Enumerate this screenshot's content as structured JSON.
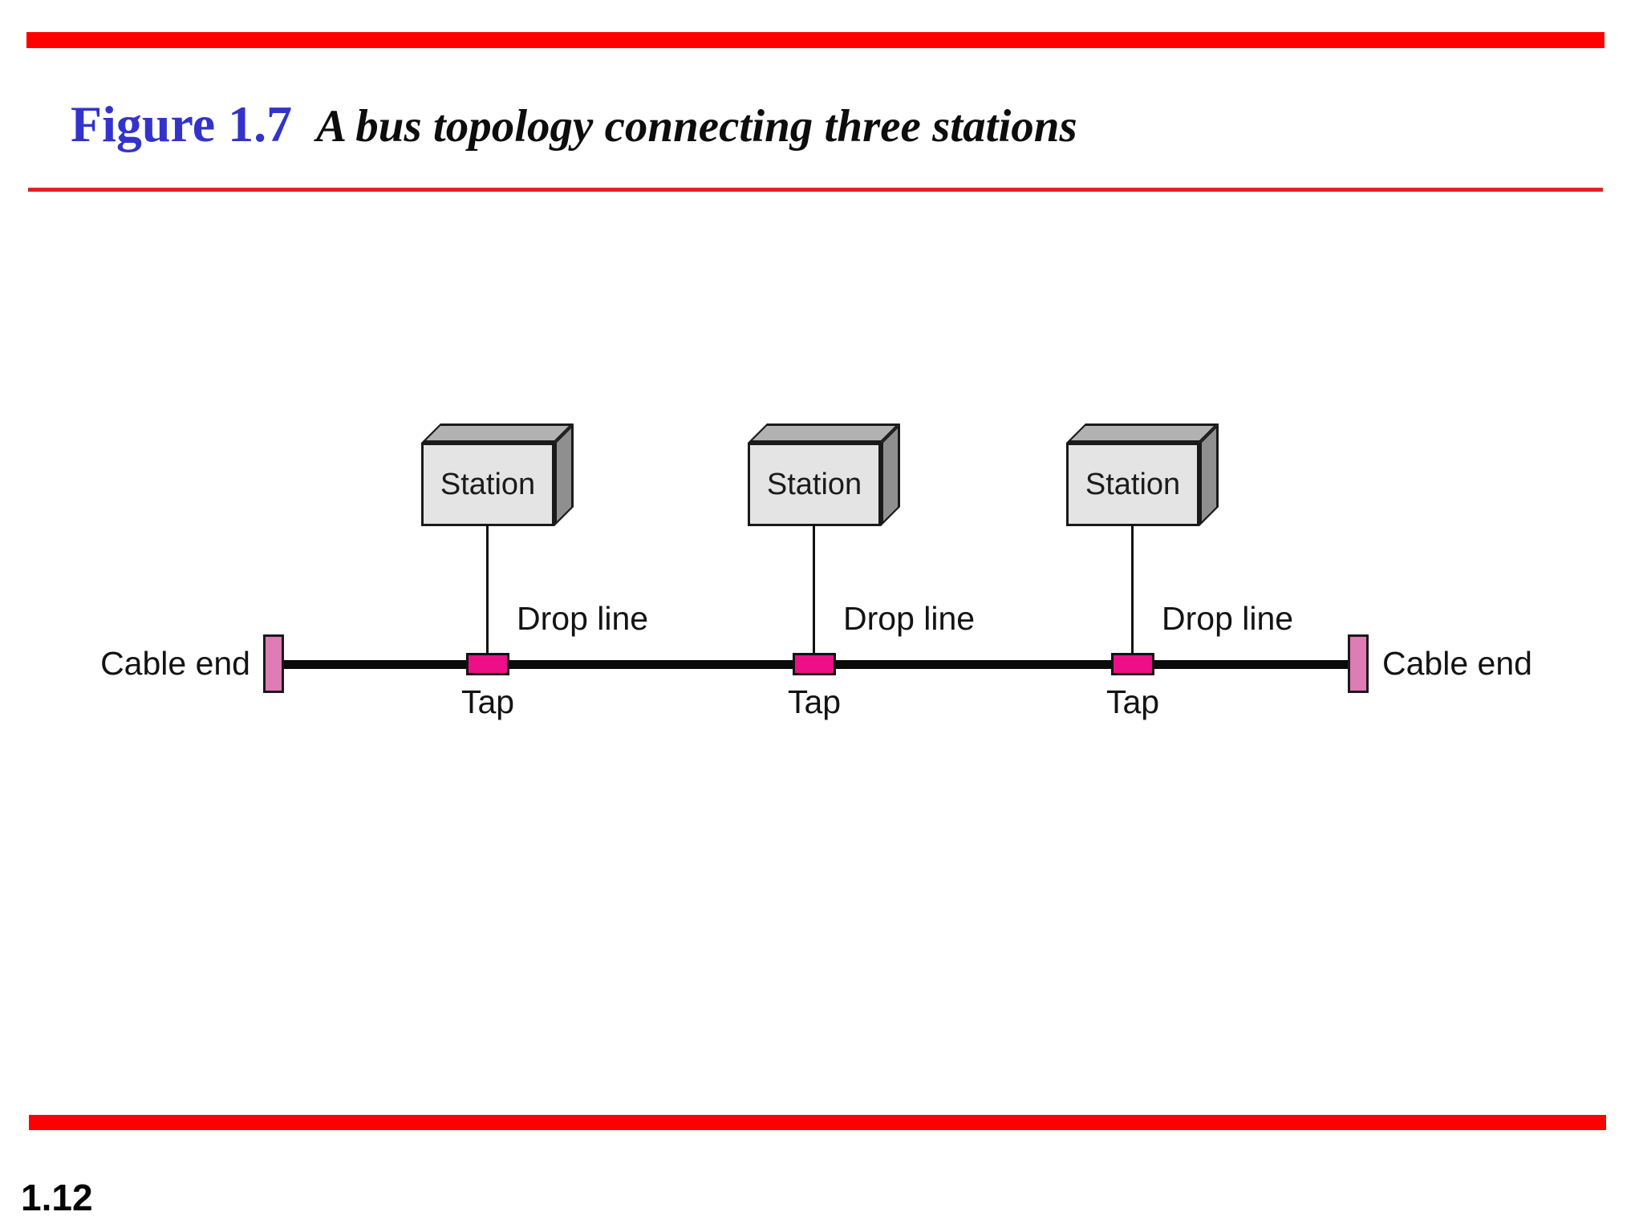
{
  "header": {
    "figure_label": "Figure 1.7",
    "figure_caption": "A bus topology connecting three stations"
  },
  "diagram": {
    "type": "bus-topology-network-diagram",
    "cable_end_left_label": "Cable end",
    "cable_end_right_label": "Cable end",
    "stations": [
      {
        "station_label": "Station",
        "drop_line_label": "Drop line",
        "tap_label": "Tap"
      },
      {
        "station_label": "Station",
        "drop_line_label": "Drop line",
        "tap_label": "Tap"
      },
      {
        "station_label": "Station",
        "drop_line_label": "Drop line",
        "tap_label": "Tap"
      }
    ]
  },
  "footer": {
    "page_number": "1.12"
  },
  "colors": {
    "accent_bar_red": "#fe0000",
    "header_rule_red": "#e32020",
    "figure_label_blue": "#3333cc",
    "tap_magenta": "#ec0f87",
    "cable_end_pink": "#df7cb4",
    "station_front_gray": "#e4e4e4",
    "station_top_gray": "#b2b2b2",
    "station_side_gray": "#8f8f8f",
    "bus_line_black": "#0b0b0b"
  }
}
